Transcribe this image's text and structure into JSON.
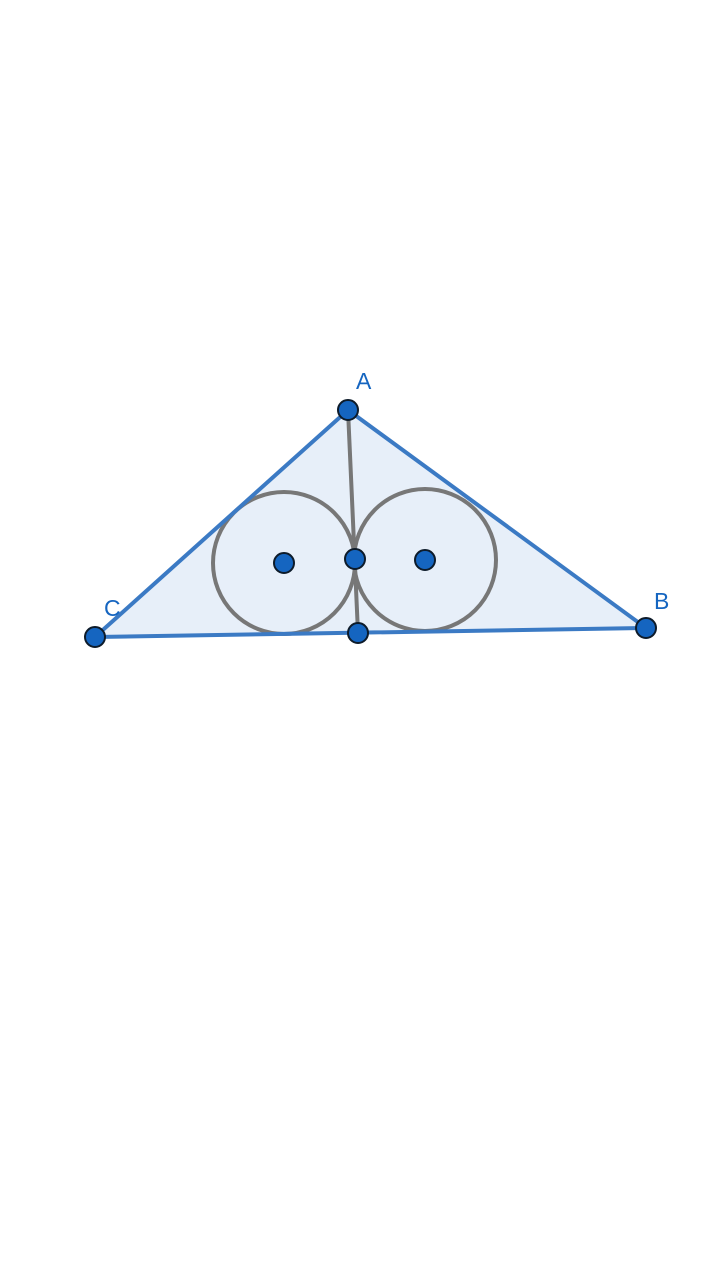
{
  "diagram": {
    "colors": {
      "triangle_fill": "#e7eff9",
      "triangle_edge": "#3b7ac4",
      "construction": "#777777",
      "point_fill": "#1565c0",
      "point_stroke": "#0d1b2a",
      "label": "#1565c0"
    },
    "vertex_labels": {
      "A": "A",
      "B": "B",
      "C": "C"
    }
  }
}
